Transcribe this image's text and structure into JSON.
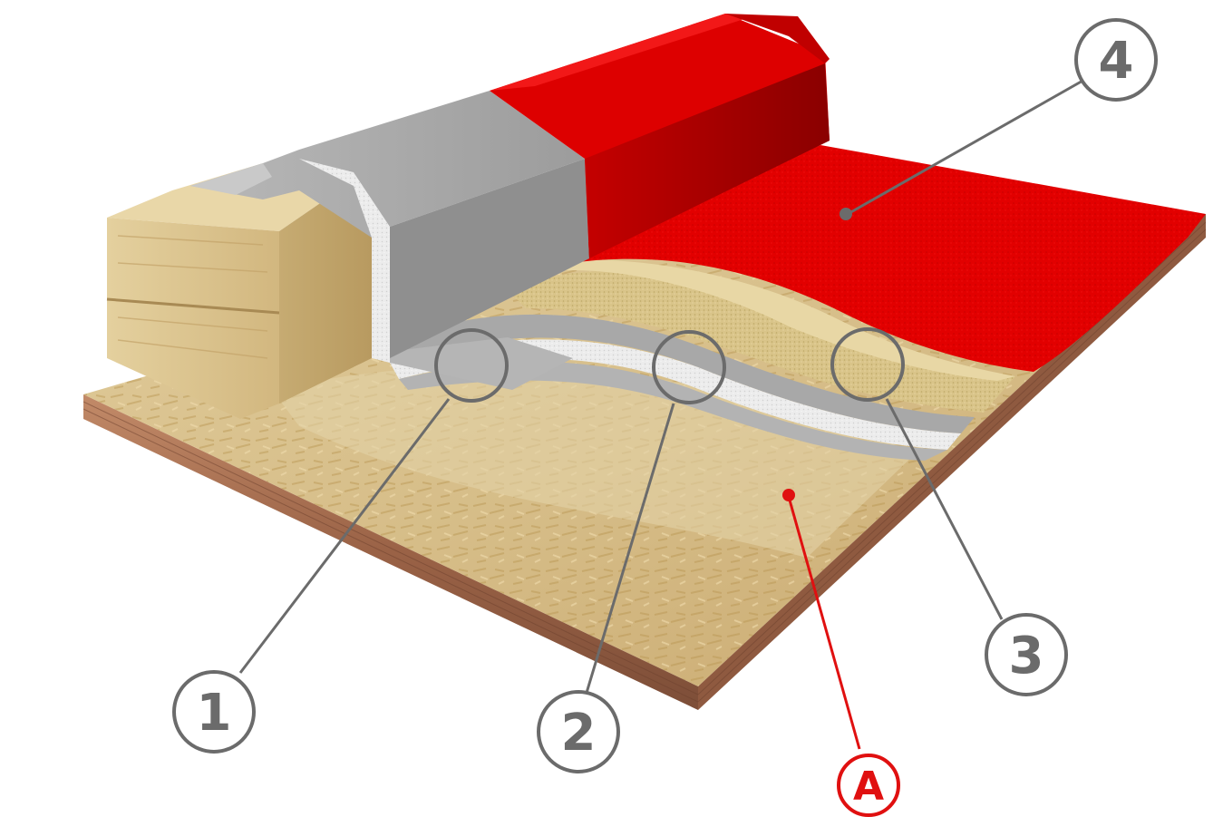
{
  "callouts": [
    {
      "id": "1",
      "label": "1",
      "color": "#6b6b6b"
    },
    {
      "id": "2",
      "label": "2",
      "color": "#6b6b6b"
    },
    {
      "id": "3",
      "label": "3",
      "color": "#6b6b6b"
    },
    {
      "id": "4",
      "label": "4",
      "color": "#6b6b6b"
    },
    {
      "id": "A",
      "label": "A",
      "color": "#e01010"
    }
  ],
  "colors": {
    "membrane_red": "#e80000",
    "membrane_red_dark": "#b00000",
    "tape_gray": "#a9a9a9",
    "fleece_white": "#e8e8e8",
    "adhesive_sand": "#dcc78c",
    "osb": "#d8bf8c",
    "plywood_edge": "#a86a4c",
    "timber": "#dcc795"
  }
}
